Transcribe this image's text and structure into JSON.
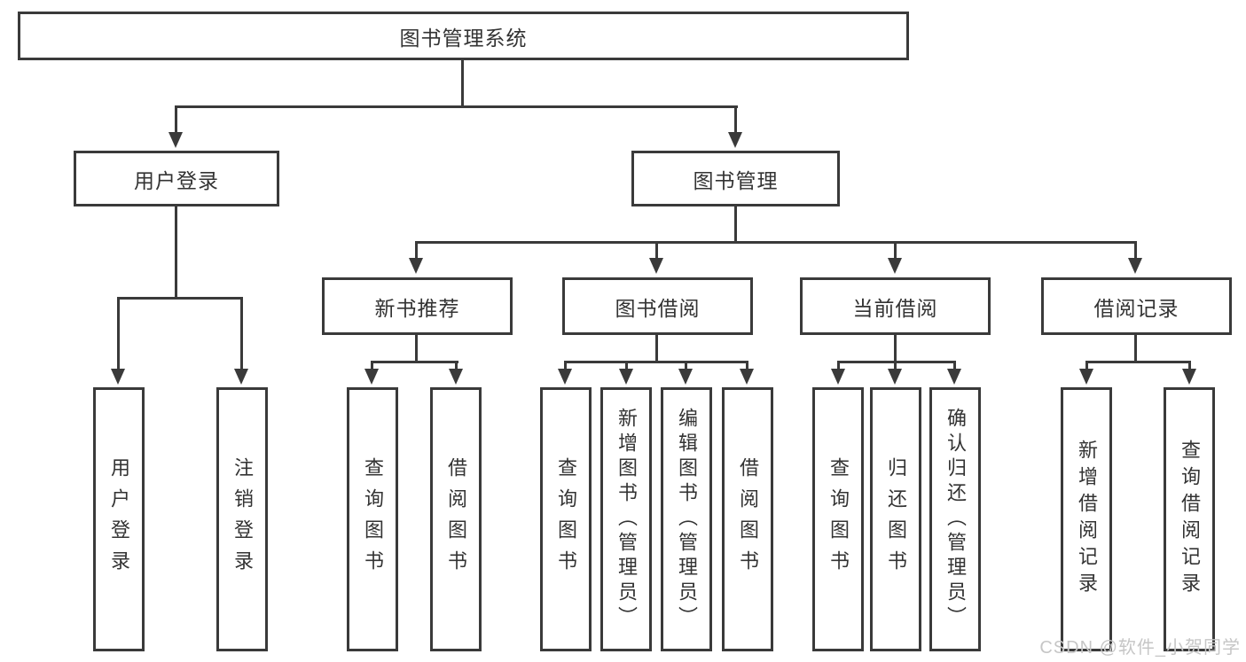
{
  "diagram": {
    "root": {
      "label": "图书管理系统"
    },
    "level2": [
      {
        "id": "user-login",
        "label": "用户登录",
        "parent": "图书管理系统"
      },
      {
        "id": "book-management",
        "label": "图书管理",
        "parent": "图书管理系统"
      }
    ],
    "level3": [
      {
        "id": "new-book-recommend",
        "label": "新书推荐",
        "parent": "图书管理"
      },
      {
        "id": "book-borrow",
        "label": "图书借阅",
        "parent": "图书管理"
      },
      {
        "id": "current-borrow",
        "label": "当前借阅",
        "parent": "图书管理"
      },
      {
        "id": "borrow-records",
        "label": "借阅记录",
        "parent": "图书管理"
      }
    ],
    "leaves": [
      {
        "label": "用户登录",
        "parent": "用户登录"
      },
      {
        "label": "注销登录",
        "parent": "用户登录"
      },
      {
        "label": "查询图书",
        "parent": "新书推荐"
      },
      {
        "label": "借阅图书",
        "parent": "新书推荐"
      },
      {
        "label": "查询图书",
        "parent": "图书借阅"
      },
      {
        "label": "新增图书（管理员）",
        "parent": "图书借阅"
      },
      {
        "label": "编辑图书（管理员）",
        "parent": "图书借阅"
      },
      {
        "label": "借阅图书",
        "parent": "图书借阅"
      },
      {
        "label": "查询图书",
        "parent": "当前借阅"
      },
      {
        "label": "归还图书",
        "parent": "当前借阅"
      },
      {
        "label": "确认归还（管理员）",
        "parent": "当前借阅"
      },
      {
        "label": "新增借阅记录",
        "parent": "借阅记录"
      },
      {
        "label": "查询借阅记录",
        "parent": "借阅记录"
      }
    ],
    "watermark": "CSDN @软件_小贺同学",
    "colors": {
      "line": "#3a3a3a",
      "border": "#3a3a3a",
      "text": "#333333",
      "watermark": "#c6c6c6",
      "background": "#ffffff"
    }
  }
}
